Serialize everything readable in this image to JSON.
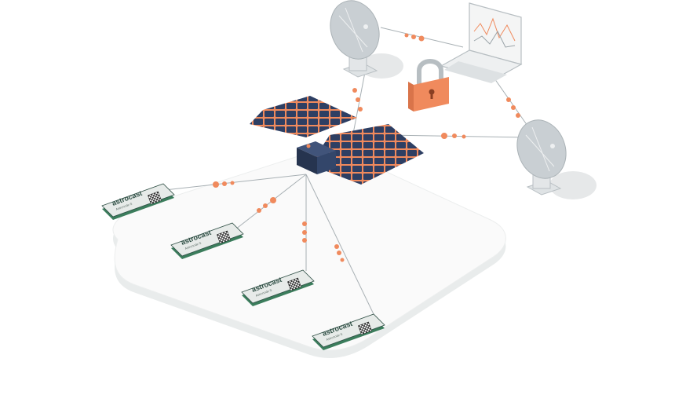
{
  "colors": {
    "accent": "#f08a5d",
    "panel_blue": "#2e3f63",
    "module_green": "#3b7d5c",
    "dish_grey": "#c9cfd3",
    "platform": "#f4f5f5"
  },
  "modules": [
    {
      "brand": "astrocast",
      "model": "Astronode S",
      "icon": "qr-code-icon"
    },
    {
      "brand": "astrocast",
      "model": "Astronode S",
      "icon": "qr-code-icon"
    },
    {
      "brand": "astrocast",
      "model": "Astronode S",
      "icon": "qr-code-icon"
    },
    {
      "brand": "astrocast",
      "model": "Astronode S",
      "icon": "qr-code-icon"
    }
  ],
  "icons": [
    "satellite-icon",
    "ground-station-dish-icon",
    "laptop-icon",
    "padlock-icon"
  ]
}
